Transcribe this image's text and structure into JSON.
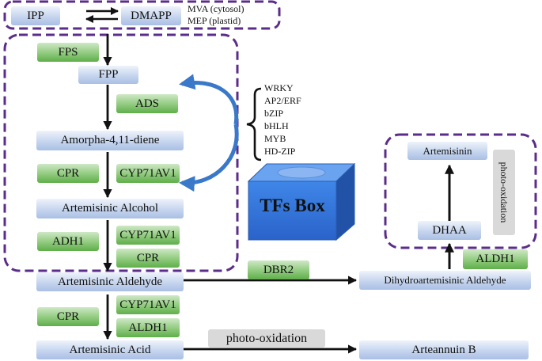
{
  "metabolites": {
    "ipp": "IPP",
    "dmapp": "DMAPP",
    "fpp": "FPP",
    "amorpha": "Amorpha-4,11-diene",
    "alcohol": "Artemisinic Alcohol",
    "aldehyde": "Artemisinic Aldehyde",
    "acid": "Artemisinic Acid",
    "dihydro_aldehyde": "Dihydroartemisinic Aldehyde",
    "dhaa": "DHAA",
    "artemisinin": "Artemisinin",
    "arteannuin_b": "Arteannuin B"
  },
  "pathway_notes": {
    "mva": "MVA (cytosol)",
    "mep": "MEP  (plastid)"
  },
  "enzymes": {
    "fps": "FPS",
    "ads": "ADS",
    "cpr_1": "CPR",
    "cyp_1": "CYP71AV1",
    "adh1": "ADH1",
    "cyp_2": "CYP71AV1",
    "cpr_2": "CPR",
    "dbr2": "DBR2",
    "cpr_3": "CPR",
    "cyp_3": "CYP71AV1",
    "aldh1_1": "ALDH1",
    "aldh1_2": "ALDH1"
  },
  "transcription_factors": [
    "WRKY",
    "AP2/ERF",
    "bZIP",
    "bHLH",
    "MYB",
    "HD-ZIP"
  ],
  "tfs_box_label": "TFs Box",
  "photo_oxidation": {
    "horizontal": "photo-oxidation",
    "vertical": "photo-oxidation"
  },
  "colors": {
    "dashed_border": "#5b2d8a",
    "metabolite_fill": "#bccdeb",
    "enzyme_fill": "#7cbf69",
    "tfs_box": "#2f6bd6",
    "curved_arrow": "#3a78c9"
  }
}
